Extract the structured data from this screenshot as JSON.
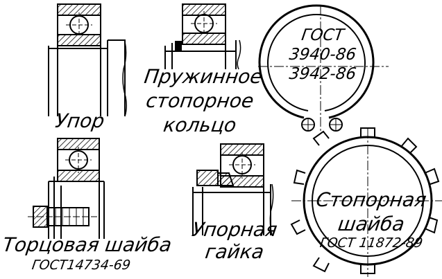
{
  "labels": {
    "thrust": "Упор",
    "snap_ring_line1": "Пружинное",
    "snap_ring_line2": "стопорное",
    "snap_ring_line3": "кольцо",
    "ring_gost_line1": "ГОСТ",
    "ring_gost_line2": "3940-86",
    "ring_gost_line3": "3942-86",
    "end_washer": "Торцовая шайба",
    "end_washer_gost": "ГОСТ14734-69",
    "thrust_nut_line1": "Упорная",
    "thrust_nut_line2": "гайка",
    "lock_washer_line1": "Стопорная",
    "lock_washer_line2": "шайба",
    "lock_washer_gost": "ГОСТ 11872-89"
  },
  "colors": {
    "ink": "#000000",
    "paper": "#ffffff"
  }
}
